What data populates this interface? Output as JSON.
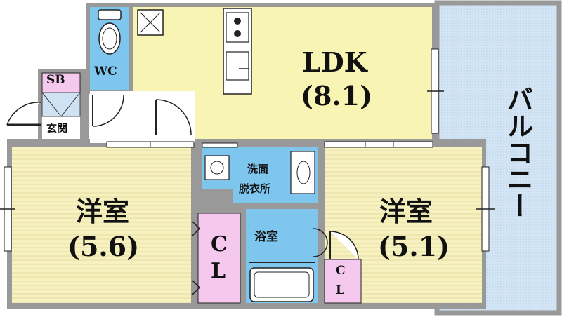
{
  "rooms": {
    "ldk": {
      "name": "LDK",
      "size": "(8.1)"
    },
    "western_left": {
      "name": "洋室",
      "size": "(5.6)"
    },
    "western_right": {
      "name": "洋室",
      "size": "(5.1)"
    },
    "wc": {
      "name": "WC"
    },
    "sb": {
      "name": "SB"
    },
    "entrance": {
      "name": "玄関"
    },
    "washroom": {
      "line1": "洗面",
      "line2": "脱衣所"
    },
    "bathroom": {
      "name": "浴室"
    },
    "closet_left": {
      "line1": "C",
      "line2": "L"
    },
    "closet_right": {
      "line1": "C",
      "line2": "L"
    },
    "balcony": {
      "name": "バルコニー"
    }
  },
  "colors": {
    "ldk": "#f8f4b4",
    "western": "#f6f1bf",
    "wet_area": "#7fc6ee",
    "closet": "#f5c8ee",
    "balcony": "#cfe2f3",
    "wall": "#999999",
    "line": "#222222"
  }
}
